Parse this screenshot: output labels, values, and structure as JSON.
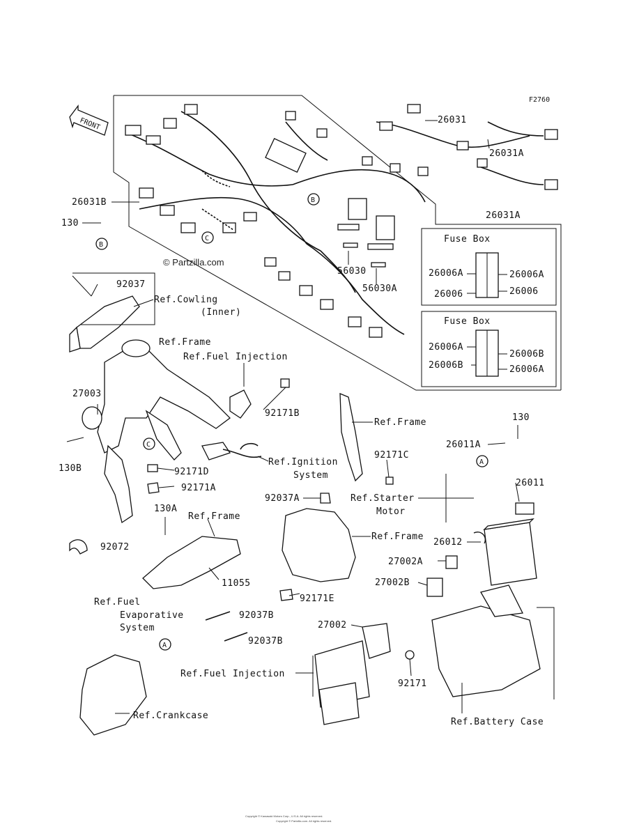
{
  "figure_code": "F2760",
  "front_label": "FRONT",
  "watermark": "© Partzilla.com",
  "footer": {
    "line1": "Copyright © Kawasaki Motors Corp., U.S.A. All rights reserved.",
    "line2": "Copyright © Partzilla.com. All rights reserved."
  },
  "fuse_boxes": [
    {
      "title": "Fuse Box",
      "left": [
        "26006A",
        "26006"
      ],
      "right": [
        "26006A",
        "26006"
      ]
    },
    {
      "title": "Fuse Box",
      "left": [
        "26006A",
        "26006B"
      ],
      "right": [
        "26006B",
        "26006A"
      ]
    }
  ],
  "parts": {
    "p26031": "26031",
    "p26031A_1": "26031A",
    "p26031A_2": "26031A",
    "p26031B": "26031B",
    "p130": "130",
    "p92037": "92037",
    "p56030": "56030",
    "p56030A": "56030A",
    "p27003": "27003",
    "p130B": "130B",
    "p92171B": "92171B",
    "p92171D": "92171D",
    "p92171A": "92171A",
    "p92171C": "92171C",
    "p130_r": "130",
    "p26011A": "26011A",
    "p26011": "26011",
    "p92037A": "92037A",
    "p130A": "130A",
    "p92072": "92072",
    "p11055": "11055",
    "p92171E": "92171E",
    "p26012": "26012",
    "p27002A": "27002A",
    "p27002B": "27002B",
    "p92037B_1": "92037B",
    "p92037B_2": "92037B",
    "p27002": "27002",
    "p92171": "92171"
  },
  "refs": {
    "cowling": "Ref.Cowling",
    "cowling2": "(Inner)",
    "frame1": "Ref.Frame",
    "fuel_inj1": "Ref.Fuel Injection",
    "frame2": "Ref.Frame",
    "ignition1": "Ref.Ignition",
    "ignition2": "System",
    "starter1": "Ref.Starter",
    "starter2": "Motor",
    "frame3": "Ref.Frame",
    "frame4": "Ref.Frame",
    "fuel_evap1": "Ref.Fuel",
    "fuel_evap2": "Evaporative",
    "fuel_evap3": "System",
    "fuel_inj2": "Ref.Fuel Injection",
    "crankcase": "Ref.Crankcase",
    "battery": "Ref.Battery Case"
  },
  "callouts": {
    "a": "A",
    "b": "B",
    "c": "C"
  }
}
